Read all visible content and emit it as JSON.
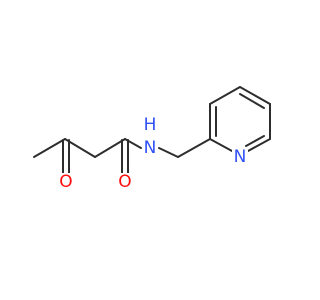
{
  "molecule": {
    "atoms": {
      "o1": {
        "symbol": "O",
        "color": "#ff0d0d"
      },
      "o2": {
        "symbol": "O",
        "color": "#ff0d0d"
      },
      "n1": {
        "symbol": "N",
        "color": "#3050f8"
      },
      "h1": {
        "symbol": "H",
        "color": "#3050f8"
      },
      "n2": {
        "symbol": "N",
        "color": "#3050f8"
      }
    },
    "bond_color": "#2d2d2d",
    "background": "#ffffff"
  }
}
